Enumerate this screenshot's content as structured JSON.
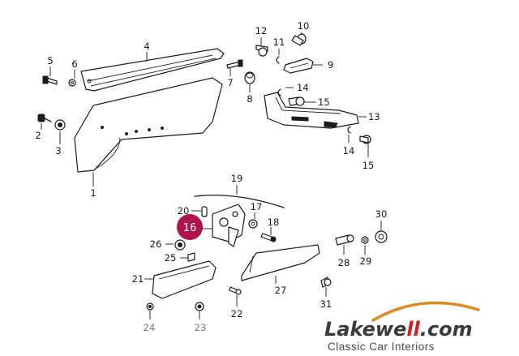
{
  "diagram": {
    "highlight": {
      "label": "16",
      "color": "#b0124a"
    },
    "callouts": [
      {
        "id": "1",
        "label": "1"
      },
      {
        "id": "2",
        "label": "2"
      },
      {
        "id": "3",
        "label": "3"
      },
      {
        "id": "4",
        "label": "4"
      },
      {
        "id": "5",
        "label": "5"
      },
      {
        "id": "6",
        "label": "6"
      },
      {
        "id": "7",
        "label": "7"
      },
      {
        "id": "8",
        "label": "8"
      },
      {
        "id": "9",
        "label": "9"
      },
      {
        "id": "10",
        "label": "10"
      },
      {
        "id": "11",
        "label": "11"
      },
      {
        "id": "12",
        "label": "12"
      },
      {
        "id": "13",
        "label": "13"
      },
      {
        "id": "14a",
        "label": "14"
      },
      {
        "id": "14b",
        "label": "14"
      },
      {
        "id": "15a",
        "label": "15"
      },
      {
        "id": "15b",
        "label": "15"
      },
      {
        "id": "17",
        "label": "17"
      },
      {
        "id": "18",
        "label": "18"
      },
      {
        "id": "19",
        "label": "19"
      },
      {
        "id": "20",
        "label": "20"
      },
      {
        "id": "21",
        "label": "21"
      },
      {
        "id": "22",
        "label": "22"
      },
      {
        "id": "23",
        "label": "23"
      },
      {
        "id": "24",
        "label": "24"
      },
      {
        "id": "25",
        "label": "25"
      },
      {
        "id": "26",
        "label": "26"
      },
      {
        "id": "27",
        "label": "27"
      },
      {
        "id": "28",
        "label": "28"
      },
      {
        "id": "29",
        "label": "29"
      },
      {
        "id": "30",
        "label": "30"
      },
      {
        "id": "31",
        "label": "31"
      }
    ]
  },
  "brand": {
    "name_part1": "Lakewe",
    "name_part2": "ll",
    "name_part3": ".com",
    "tagline": "Classic Car Interiors",
    "primary_color": "#3a3a3a",
    "accent_color": "#d81b1b",
    "swoosh_color": "#e08a1e"
  }
}
